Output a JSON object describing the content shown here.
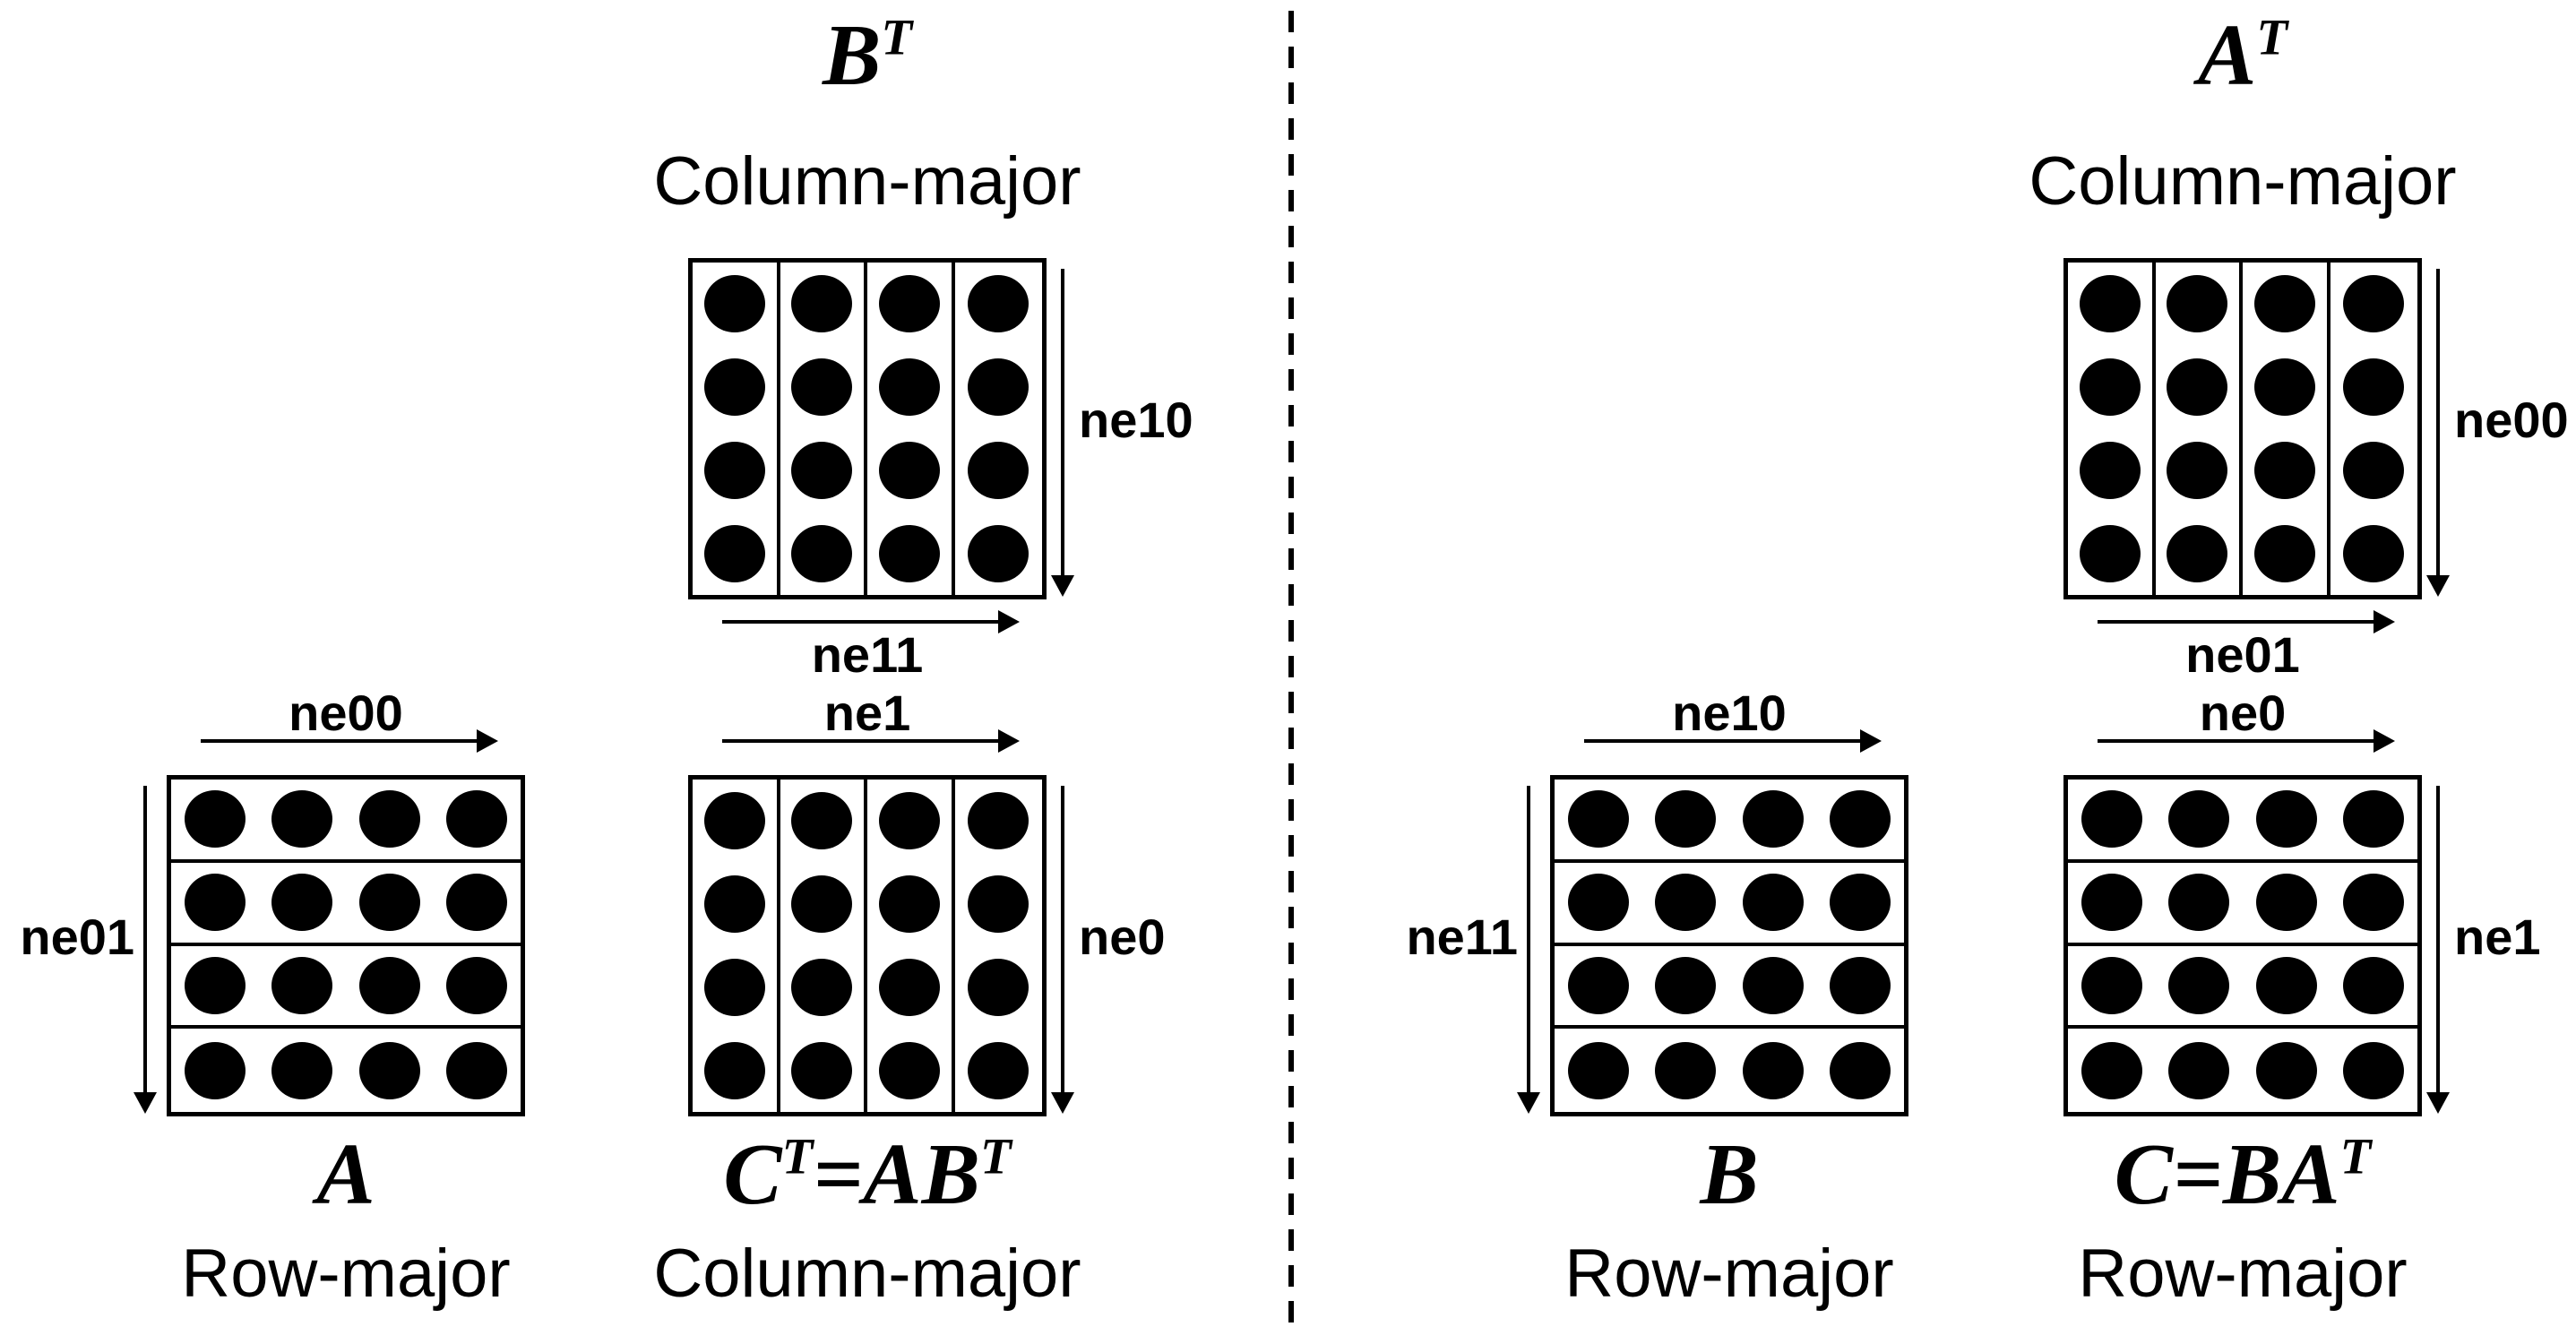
{
  "colors": {
    "foreground": "#000000",
    "background": "#ffffff"
  },
  "figure": {
    "grid": {
      "rows": 4,
      "cols": 4
    },
    "left": {
      "top_matrix": {
        "name": [
          {
            "t": "B",
            "sup": "T"
          }
        ],
        "layout": "Column-major",
        "side_label": "ne10",
        "bottom_label": "ne11",
        "orientation": "column-major"
      },
      "bottom_left_matrix": {
        "name": [
          {
            "t": "A"
          }
        ],
        "layout": "Row-major",
        "top_label": "ne00",
        "side_label": "ne01",
        "orientation": "row-major"
      },
      "bottom_right_matrix": {
        "name": [
          {
            "t": "C",
            "sup": "T"
          },
          {
            "t": "=AB",
            "sup": "T"
          }
        ],
        "layout": "Column-major",
        "top_label": "ne1",
        "side_label": "ne0",
        "orientation": "column-major"
      }
    },
    "right": {
      "top_matrix": {
        "name": [
          {
            "t": "A",
            "sup": "T"
          }
        ],
        "layout": "Column-major",
        "side_label": "ne00",
        "bottom_label": "ne01",
        "orientation": "column-major"
      },
      "bottom_left_matrix": {
        "name": [
          {
            "t": "B"
          }
        ],
        "layout": "Row-major",
        "top_label": "ne10",
        "side_label": "ne11",
        "orientation": "row-major"
      },
      "bottom_right_matrix": {
        "name": [
          {
            "t": "C=BA",
            "sup": "T"
          }
        ],
        "layout": "Row-major",
        "top_label": "ne0",
        "side_label": "ne1",
        "orientation": "row-major"
      }
    }
  }
}
